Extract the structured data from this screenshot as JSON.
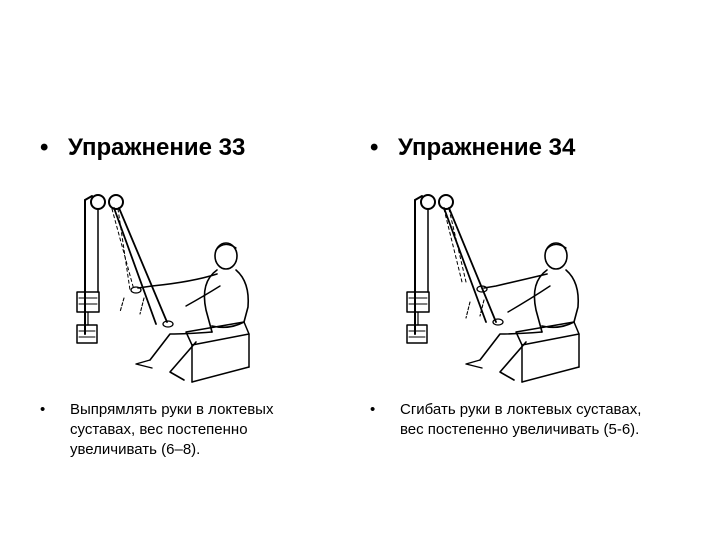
{
  "exercises": [
    {
      "heading": "Упражнение 33",
      "description": "Выпрямлять руки в локтевых суставах, вес постепенно увеличивать (6–8).",
      "bullet": "•",
      "illustration_icon": "seated-cable-elbow-exercise-icon"
    },
    {
      "heading": "Упражнение 34",
      "description": "Сгибать руки в локтевых суставах, вес постепенно увеличивать (5-6).",
      "bullet": "•",
      "illustration_icon": "seated-cable-elbow-exercise-icon"
    }
  ]
}
